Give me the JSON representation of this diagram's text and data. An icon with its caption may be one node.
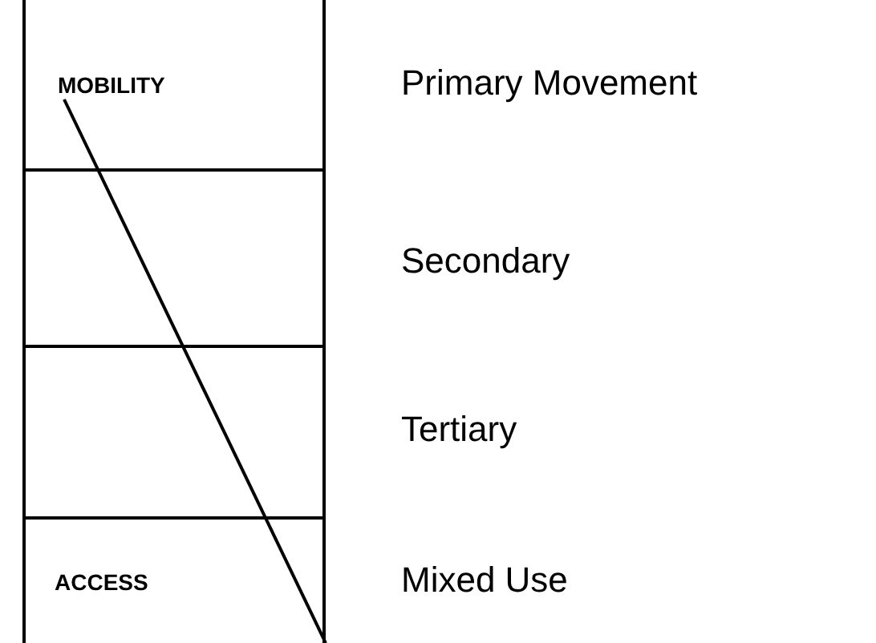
{
  "diagram": {
    "nodes": [
      {
        "text": [
          "MOBILITY"
        ],
        "beside": [
          "Primary Movement"
        ]
      },
      {
        "text": [],
        "shape": "box",
        "beside": [
          "Secondary"
        ]
      },
      {
        "text": [],
        "shape": "box",
        "beside": [
          "Tertiary"
        ]
      },
      {
        "text": [
          "ACCESS"
        ],
        "beside": [
          "Mixed Use"
        ]
      }
    ]
  }
}
